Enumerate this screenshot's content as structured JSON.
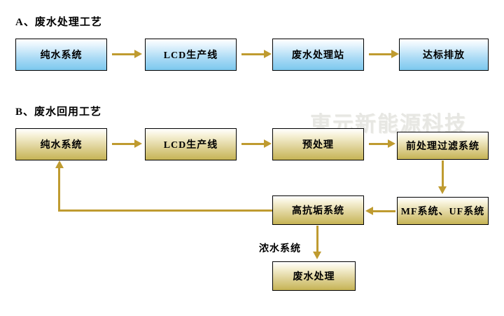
{
  "diagram": {
    "watermark": "東元新能源科技",
    "sections": [
      {
        "id": "a",
        "title": "A、废水处理工艺",
        "nodes": [
          {
            "id": "a1",
            "label": "纯水系统"
          },
          {
            "id": "a2",
            "label": "LCD生产线"
          },
          {
            "id": "a3",
            "label": "废水处理站"
          },
          {
            "id": "a4",
            "label": "达标排放"
          }
        ]
      },
      {
        "id": "b",
        "title": "B、废水回用工艺",
        "nodes": [
          {
            "id": "b1",
            "label": "纯水系统"
          },
          {
            "id": "b2",
            "label": "LCD生产线"
          },
          {
            "id": "b3",
            "label": "预处理"
          },
          {
            "id": "b4",
            "label": "前处理过滤系统"
          },
          {
            "id": "b5",
            "label": "MF系统、UF系统"
          },
          {
            "id": "b6",
            "label": "高抗垢系统"
          },
          {
            "id": "b7",
            "label": "废水处理"
          }
        ],
        "edge_labels": [
          {
            "id": "concentrate",
            "label": "浓水系统"
          }
        ]
      }
    ],
    "colors": {
      "box_blue_top": "#ffffff",
      "box_blue_bottom": "#7cc8ee",
      "box_gold_top": "#ffffff",
      "box_gold_bottom": "#c6b455",
      "connector": "#bf9b30",
      "border": "#000000",
      "watermark": "#e7e7e3",
      "background": "#ffffff"
    }
  }
}
